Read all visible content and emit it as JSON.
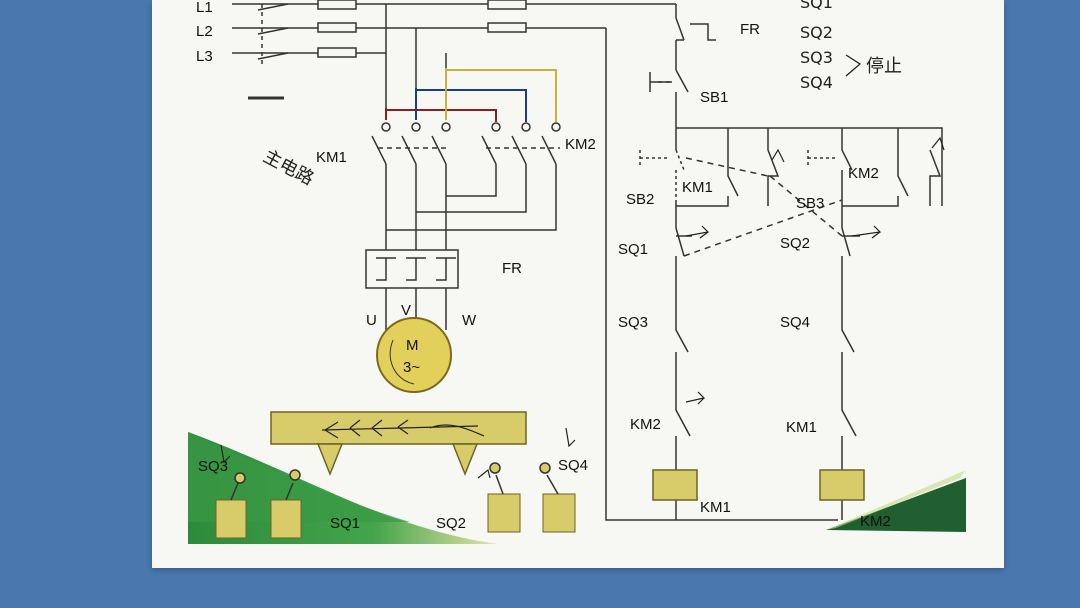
{
  "power": {
    "lines": [
      "L1",
      "L2",
      "L3"
    ]
  },
  "main_circuit": {
    "annotation": "主电路",
    "contactor_1": "KM1",
    "contactor_2": "KM2",
    "overload_relay": "FR",
    "terminals": [
      "U",
      "V",
      "W"
    ],
    "motor_line1": "M",
    "motor_line2": "3~"
  },
  "control_circuit": {
    "fr_contact": "FR",
    "stop_button": "SB1",
    "start_forward": "SB2",
    "start_reverse": "SB3",
    "aux_km1": "KM1",
    "aux_km2": "KM2",
    "sq1": "SQ1",
    "sq2": "SQ2",
    "sq3": "SQ3",
    "sq4": "SQ4",
    "interlock_km2": "KM2",
    "interlock_km1": "KM1",
    "coil_km1": "KM1",
    "coil_km2": "KM2"
  },
  "notes": {
    "lines": [
      "SQ1",
      "SQ2",
      "SQ3",
      "SQ4"
    ],
    "right": "停止"
  },
  "mechanism": {
    "sq1": "SQ1",
    "sq2": "SQ2",
    "sq3": "SQ3",
    "sq4": "SQ4"
  },
  "colors": {
    "paper": "#f7f7f3",
    "background": "#4a78ae",
    "yellow": "#d8cc6a",
    "green": "#2e8b3e",
    "dark_green": "#1e5a2c",
    "wire_red": "#8a1f1f",
    "wire_blue": "#1e3a8a",
    "wire_yellow": "#c9b23a"
  }
}
